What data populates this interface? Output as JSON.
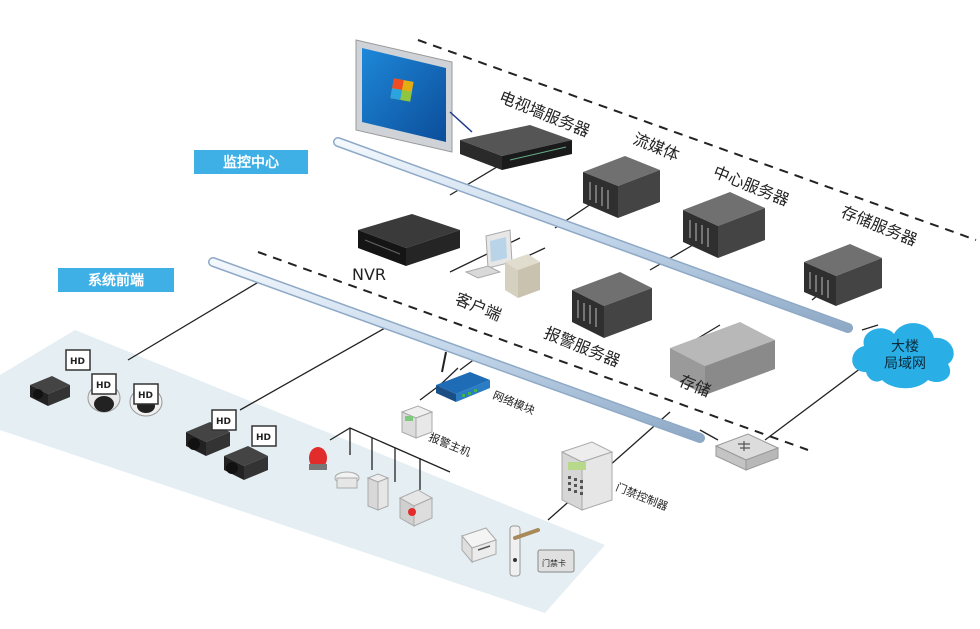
{
  "sections": {
    "monitor_center": "监控中心",
    "front_end": "系统前端"
  },
  "devices": {
    "video_wall_server": "电视墙服务器",
    "streaming_media": "流媒体",
    "central_server": "中心服务器",
    "storage_server": "存储服务器",
    "nvr": "NVR",
    "client": "客户端",
    "alarm_server": "报警服务器",
    "storage": "存储",
    "network_module": "网络模块",
    "alarm_host": "报警主机",
    "access_controller": "门禁控制器",
    "access_card": "门禁卡",
    "hd_badge": "HD"
  },
  "cloud": {
    "line1": "大楼",
    "line2": "局域网"
  },
  "colors": {
    "section_tag": "#3fb0e6",
    "backbone": "#c9dcee",
    "zone": "#e3eef3",
    "server": "#3b3b3b",
    "cloud": "#2aaee6"
  }
}
